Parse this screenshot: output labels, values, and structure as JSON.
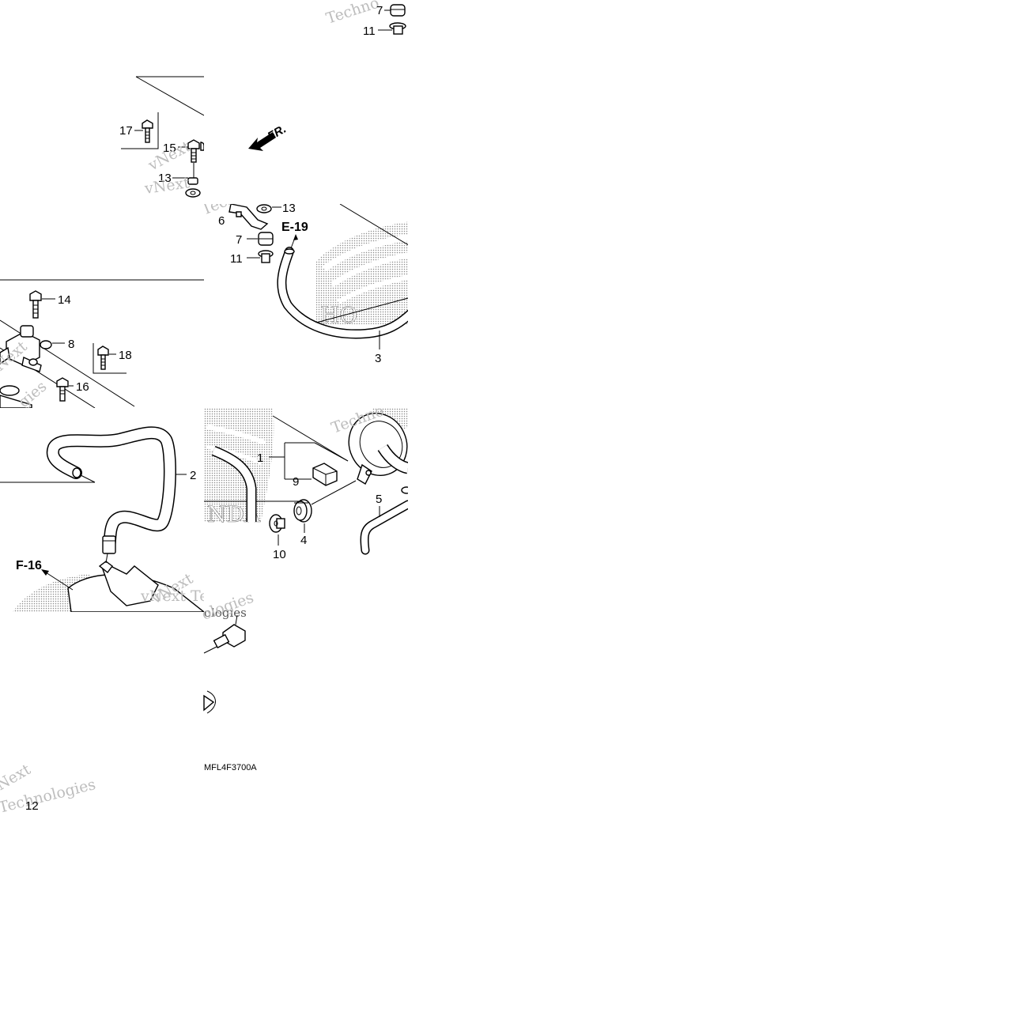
{
  "diagram": {
    "drawing_code": "MFL4F3700A",
    "front_label": "FR.",
    "references": [
      {
        "id": "ref-e19",
        "text": "E-19"
      },
      {
        "id": "ref-f16",
        "text": "F-16"
      }
    ],
    "callouts": [
      {
        "id": "c-7-top",
        "text": "7"
      },
      {
        "id": "c-11-top",
        "text": "11"
      },
      {
        "id": "c-17",
        "text": "17"
      },
      {
        "id": "c-15",
        "text": "15"
      },
      {
        "id": "c-13-left",
        "text": "13"
      },
      {
        "id": "c-13-mid",
        "text": "13"
      },
      {
        "id": "c-6",
        "text": "6"
      },
      {
        "id": "c-7-mid",
        "text": "7"
      },
      {
        "id": "c-11-mid",
        "text": "11"
      },
      {
        "id": "c-3",
        "text": "3"
      },
      {
        "id": "c-14",
        "text": "14"
      },
      {
        "id": "c-8",
        "text": "8"
      },
      {
        "id": "c-18",
        "text": "18"
      },
      {
        "id": "c-16",
        "text": "16"
      },
      {
        "id": "c-2",
        "text": "2"
      },
      {
        "id": "c-1",
        "text": "1"
      },
      {
        "id": "c-9",
        "text": "9"
      },
      {
        "id": "c-5",
        "text": "5"
      },
      {
        "id": "c-4",
        "text": "4"
      },
      {
        "id": "c-10",
        "text": "10"
      },
      {
        "id": "c-12",
        "text": "12"
      }
    ],
    "watermarks": [
      {
        "id": "wm-1",
        "text": "Techno"
      },
      {
        "id": "wm-2",
        "text": "vNext"
      },
      {
        "id": "wm-3",
        "text": "Techno"
      },
      {
        "id": "wm-4",
        "text": "vNext Te"
      },
      {
        "id": "wm-5",
        "text": "Technologies"
      },
      {
        "id": "wm-6",
        "text": "Next"
      },
      {
        "id": "wm-7",
        "text": "Technologies"
      },
      {
        "id": "wm-8",
        "text": "gies"
      },
      {
        "id": "wm-9",
        "text": "ologies"
      }
    ],
    "brand_marks": [
      {
        "id": "brand-1",
        "text": "HO"
      },
      {
        "id": "brand-2",
        "text": "HO"
      },
      {
        "id": "brand-3",
        "text": "NDA"
      }
    ]
  }
}
